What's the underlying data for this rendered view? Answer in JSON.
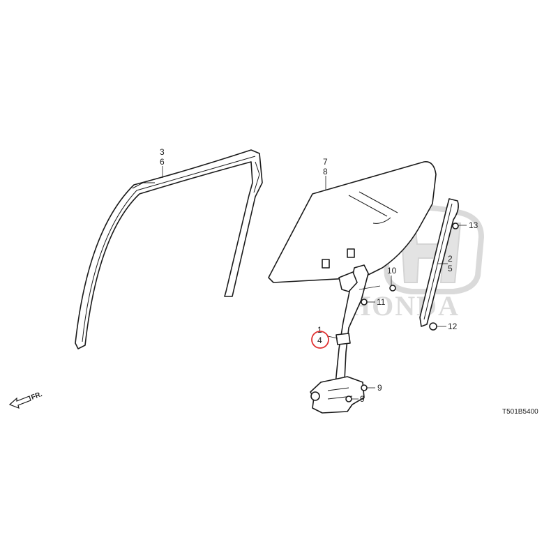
{
  "callouts": {
    "c3": "3",
    "c6": "6",
    "c7": "7",
    "c8": "8",
    "c13": "13",
    "c2": "2",
    "c5": "5",
    "c10": "10",
    "c11": "11",
    "c12": "12",
    "c1": "1",
    "c4": "4",
    "c9a": "9",
    "c9b": "9"
  },
  "direction_label": "FR.",
  "diagram_code": "T501B5400",
  "watermark_text": "HONDA",
  "highlight_color": "#e03030"
}
